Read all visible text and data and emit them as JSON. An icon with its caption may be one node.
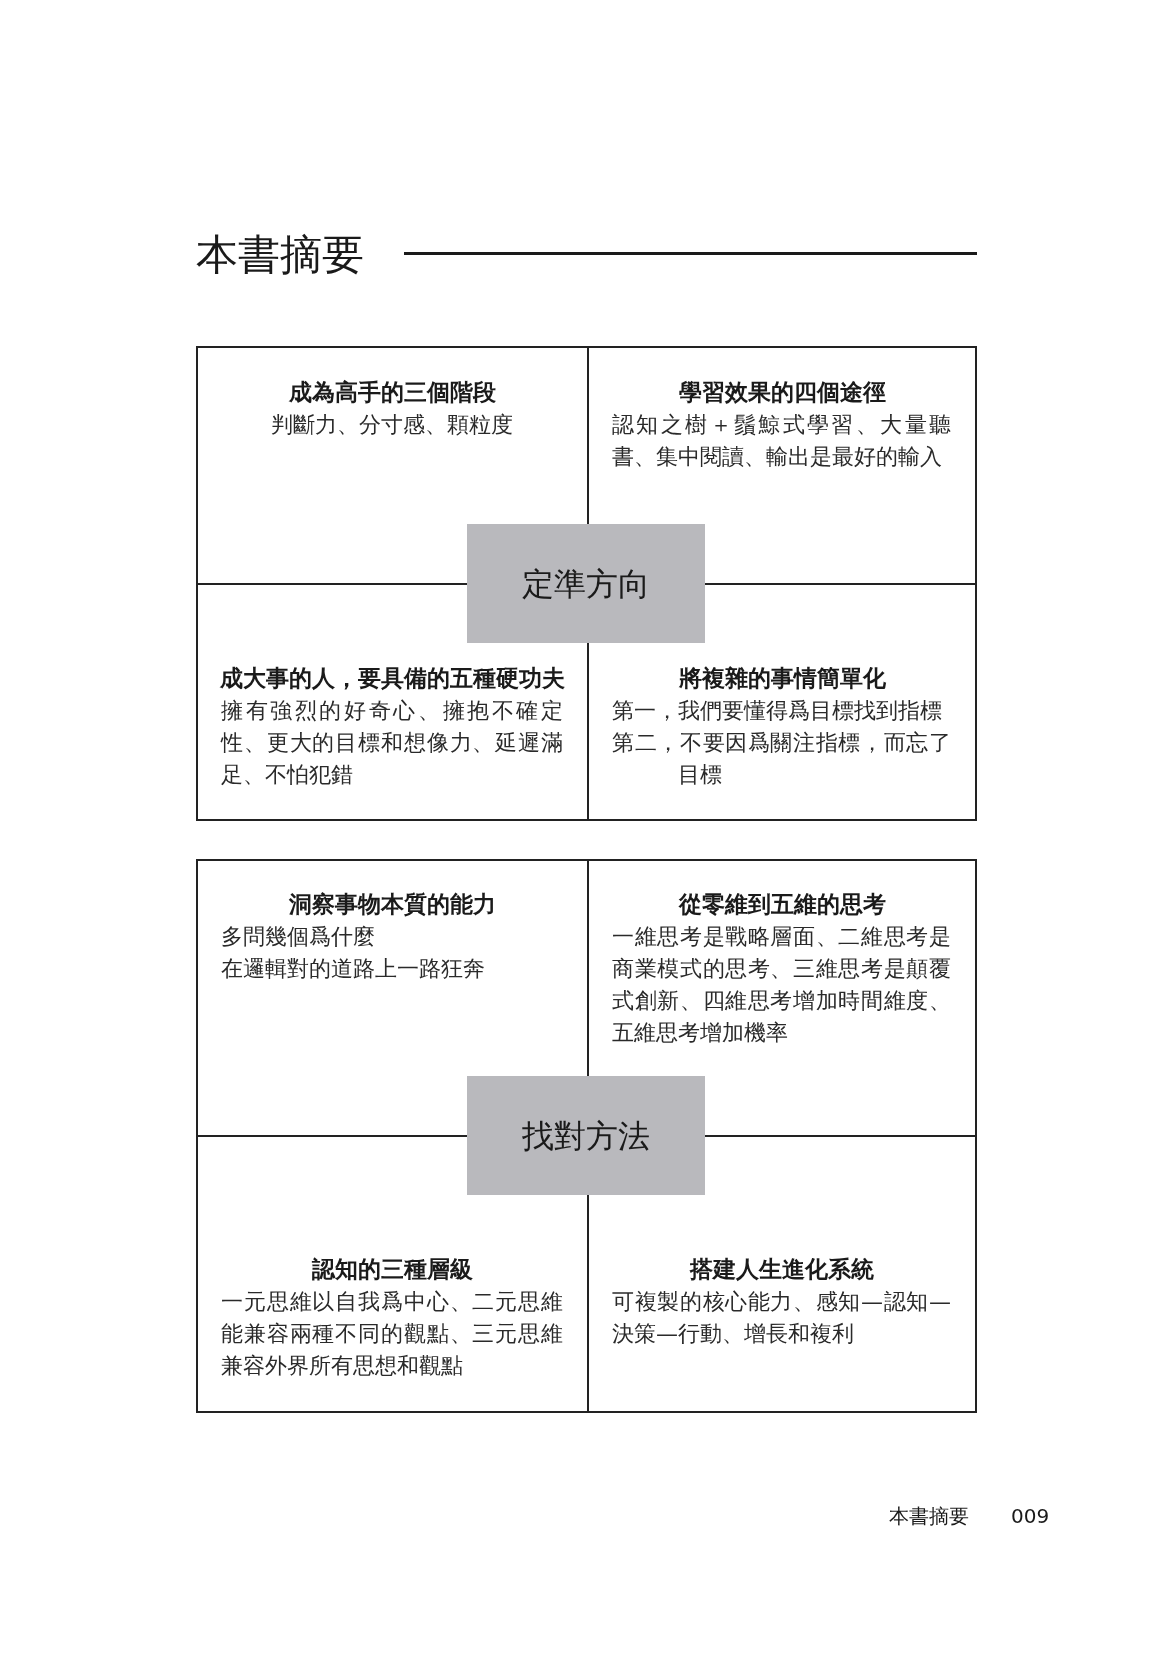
{
  "diagram": {
    "title": "本書摘要",
    "nodes": [
      {
        "text": [
          "成為高手的三個階段",
          "判斷力、分寸感、顆粒度"
        ]
      },
      {
        "text": [
          "學習效果的四個途徑",
          "認知之樹＋鬚鯨式學習、大量聽書、集中閱讀、輸出是最好的輸入"
        ]
      },
      {
        "text": [
          "定準方向"
        ]
      },
      {
        "text": [
          "成大事的人，要具備的五種硬功夫",
          "擁有強烈的好奇心、擁抱不確定性、更大的目標和想像力、延遲滿足、不怕犯錯"
        ]
      },
      {
        "text": [
          "將複雜的事情簡單化",
          "第一，我們要懂得爲目標找到指標",
          "第二，不要因爲關注指標，而忘了目標"
        ]
      },
      {
        "text": [
          "洞察事物本質的能力",
          "多問幾個爲什麼",
          "在邏輯對的道路上一路狂奔"
        ]
      },
      {
        "text": [
          "從零維到五維的思考",
          "一維思考是戰略層面、二維思考是商業模式的思考、三維思考是顛覆式創新、四維思考增加時間維度、五維思考增加機率"
        ]
      },
      {
        "text": [
          "找對方法"
        ]
      },
      {
        "text": [
          "認知的三種層級",
          "一元思維以自我爲中心、二元思維能兼容兩種不同的觀點、三元思維兼容外界所有思想和觀點"
        ]
      },
      {
        "text": [
          "搭建人生進化系統",
          "可複製的核心能力、感知—認知—決策—行動、增長和複利"
        ]
      }
    ],
    "labels": [
      "本書摘要",
      "009"
    ]
  }
}
